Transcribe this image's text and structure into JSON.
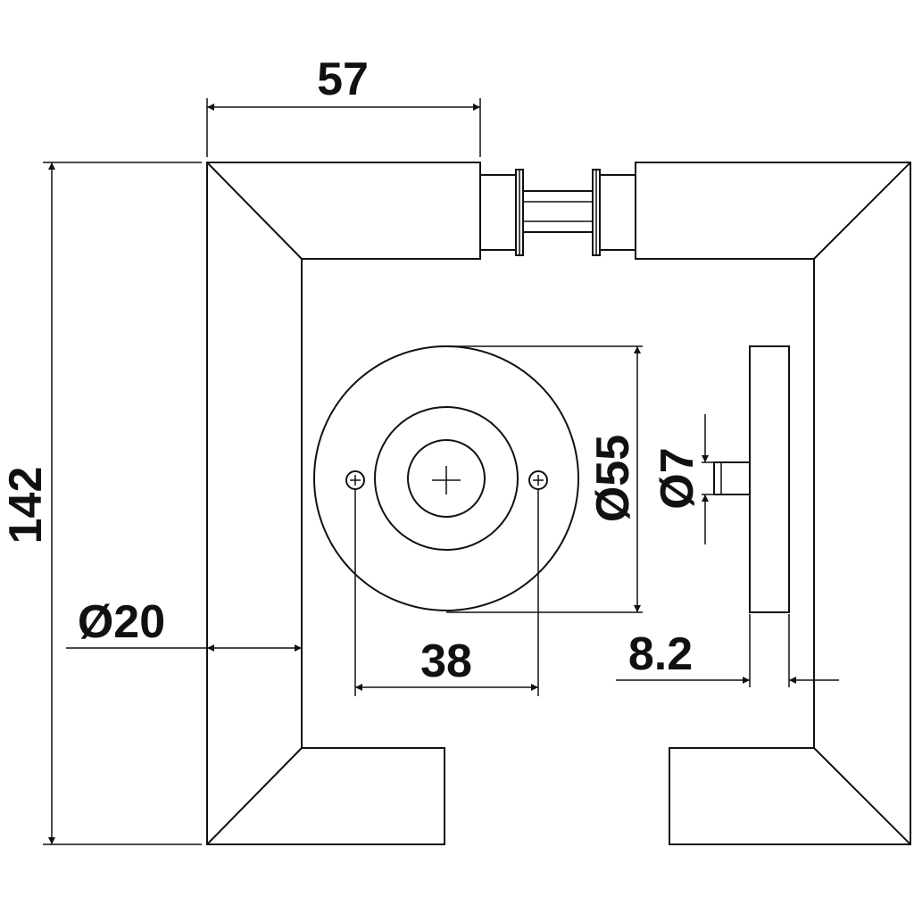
{
  "colors": {
    "line": "#111111",
    "background": "#ffffff"
  },
  "dimensions": {
    "handle_length": "57",
    "total_height": "142",
    "bar_diameter": "Ø20",
    "rose_diameter": "Ø55",
    "screw_spacing": "38",
    "spindle_diameter": "Ø7",
    "plate_thickness": "8.2"
  }
}
